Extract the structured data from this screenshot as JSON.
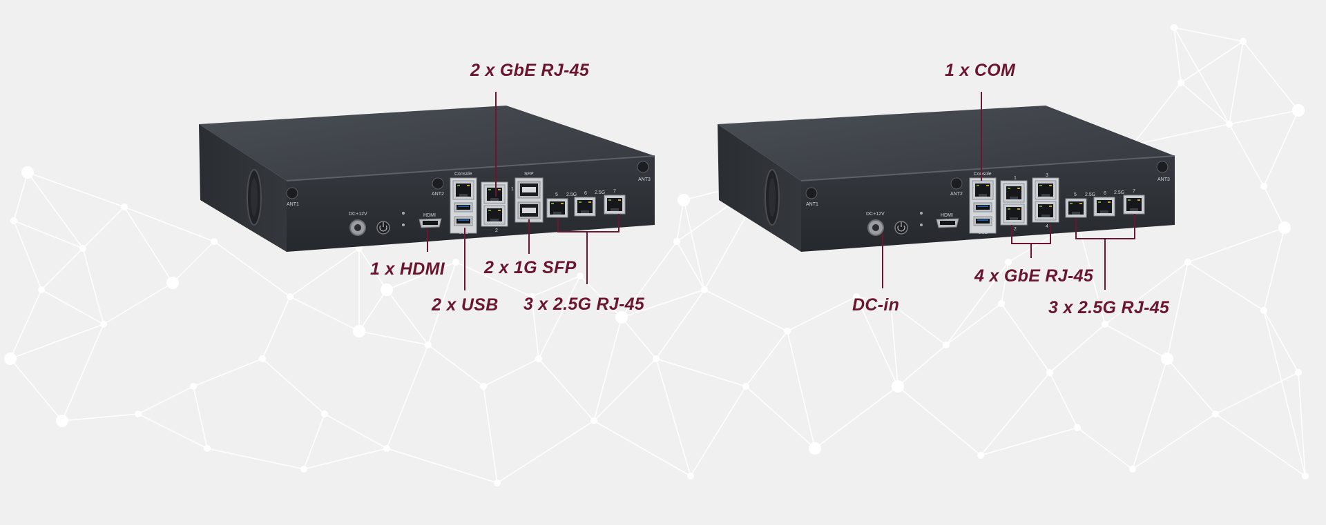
{
  "colors": {
    "background": "#f0f0f0",
    "accent": "#6b1630",
    "chassis_top": "#3e4248",
    "chassis_front": "#2f3338",
    "network_lines": "#ffffff"
  },
  "left_device": {
    "panel_labels": {
      "console": "Console",
      "sfp": "SFP",
      "dc": "DC+12V",
      "hdmi": "HDMI",
      "usb": "USB",
      "ant1": "ANT1",
      "ant2": "ANT2",
      "ant3": "ANT3",
      "p1": "1",
      "p2": "2",
      "p5": "5",
      "p25a": "2.5G",
      "p6": "6",
      "p25b": "2.5G",
      "p7": "7"
    },
    "callouts": {
      "gbe": "2 x GbE RJ-45",
      "hdmi": "1 x HDMI",
      "usb": "2 x USB",
      "sfp": "2 x 1G SFP",
      "rj45_25g": "3 x 2.5G RJ-45"
    }
  },
  "right_device": {
    "panel_labels": {
      "console": "Console",
      "dc": "DC+12V",
      "hdmi": "HDMI",
      "usb": "USB",
      "ant1": "ANT1",
      "ant2": "ANT2",
      "ant3": "ANT3",
      "p1": "1",
      "p2": "2",
      "p3": "3",
      "p4": "4",
      "p5": "5",
      "p25a": "2.5G",
      "p6": "6",
      "p25b": "2.5G",
      "p7": "7"
    },
    "callouts": {
      "com": "1 x COM",
      "gbe": "4 x GbE RJ-45",
      "dcin": "DC-in",
      "rj45_25g": "3 x 2.5G RJ-45"
    }
  }
}
